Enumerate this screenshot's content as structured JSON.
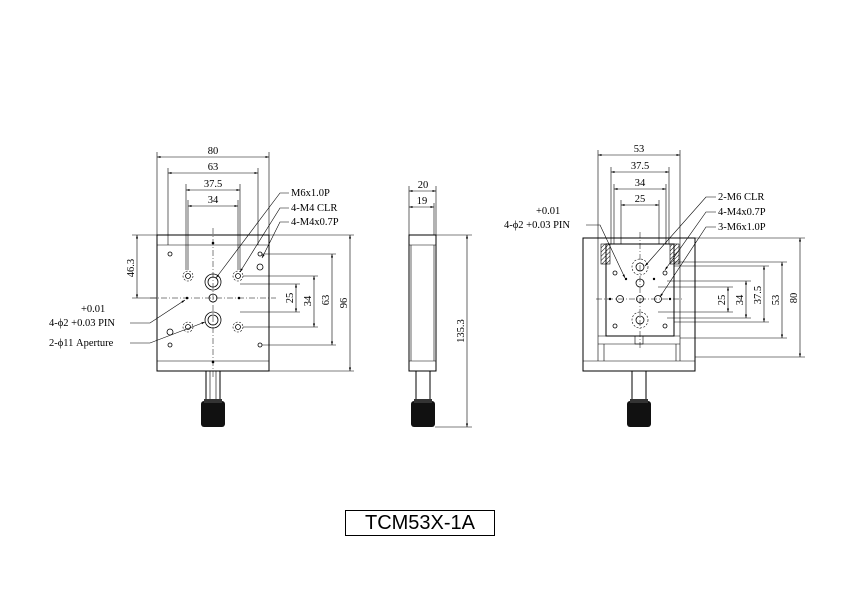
{
  "title": "TCM53X-1A",
  "front_view": {
    "dims": {
      "w80": "80",
      "w63": "63",
      "w37_5": "37.5",
      "w34": "34",
      "h46_3": "46.3",
      "h25": "25",
      "h34": "34",
      "h63": "63",
      "h96": "96"
    },
    "callouts": {
      "m6": "M6x1.0P",
      "m4clr": "4-M4 CLR",
      "m4tap": "4-M4x0.7P",
      "pin_tol": "+0.01",
      "pin": "4-ϕ2 +0.03 PIN",
      "aperture": "2-ϕ11 Aperture"
    }
  },
  "side_view": {
    "dims": {
      "w20": "20",
      "w19": "19",
      "h135_3": "135.3"
    }
  },
  "right_view": {
    "dims": {
      "w53": "53",
      "w37_5": "37.5",
      "w34": "34",
      "w25": "25",
      "h25": "25",
      "h34": "34",
      "h37_5": "37.5",
      "h53": "53",
      "h80": "80"
    },
    "callouts": {
      "m6clr": "2-M6 CLR",
      "m4tap": "4-M4x0.7P",
      "m6tap": "3-M6x1.0P",
      "pin_tol": "+0.01",
      "pin": "4-ϕ2 +0.03 PIN"
    }
  }
}
